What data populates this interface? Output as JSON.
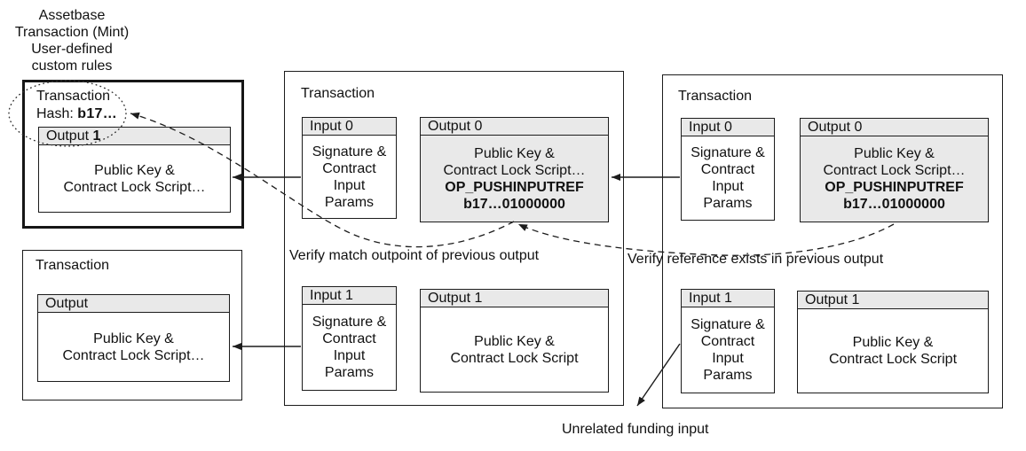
{
  "heading": {
    "text": "Assetbase\nTransaction (Mint)\nUser-defined\ncustom rules"
  },
  "assetbase_tx": {
    "title": "Transaction",
    "hash_label": "Hash: ",
    "hash_value": "b17…",
    "output": {
      "header_prefix": "Output ",
      "header_index": "1",
      "body": "Public Key &\nContract Lock Script…"
    }
  },
  "spent_tx": {
    "title": "Transaction",
    "output": {
      "header": "Output",
      "body": "Public Key &\nContract Lock Script…"
    }
  },
  "mid_tx": {
    "title": "Transaction",
    "input0": {
      "header": "Input 0",
      "body": "Signature &\nContract\nInput\nParams"
    },
    "output0": {
      "header": "Output 0",
      "body_normal": "Public Key &\nContract Lock Script…",
      "body_bold": "OP_PUSHINPUTREF\nb17…01000000"
    },
    "input1": {
      "header": "Input 1",
      "body": "Signature &\nContract\nInput\nParams"
    },
    "output1": {
      "header": "Output 1",
      "body": "Public Key &\nContract Lock Script"
    }
  },
  "right_tx": {
    "title": "Transaction",
    "input0": {
      "header": "Input 0",
      "body": "Signature &\nContract\nInput\nParams"
    },
    "output0": {
      "header": "Output 0",
      "body_normal": "Public Key &\nContract Lock Script…",
      "body_bold": "OP_PUSHINPUTREF\nb17…01000000"
    },
    "input1": {
      "header": "Input 1",
      "body": "Signature &\nContract\nInput\nParams"
    },
    "output1": {
      "header": "Output 1",
      "body": "Public Key &\nContract Lock Script"
    }
  },
  "annotations": {
    "verify_match": "Verify match outpoint of previous output",
    "verify_reference": "Verify reference exists in previous output",
    "unrelated_funding": "Unrelated funding input"
  },
  "colors": {
    "background": "#ffffff",
    "border": "#1c1c1c",
    "header_fill": "#e9e9e9",
    "output0_fill": "#e9e9e9",
    "text": "#111111"
  }
}
